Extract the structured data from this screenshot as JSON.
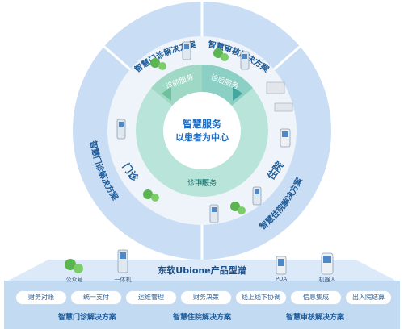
{
  "center": {
    "line1": "智慧服务",
    "line2": "以患者为中心"
  },
  "inner_ring": {
    "pre": "诊前服务",
    "post": "诊后服务",
    "mid": "诊中服务"
  },
  "middle_ring": {
    "left": "门诊",
    "right": "住院"
  },
  "outer_ring": {
    "top_left": "智慧门诊解决方案",
    "top_right": "智慧审核解决方案",
    "left": "智慧门诊解决方案",
    "right": "智慧住院解决方案"
  },
  "platform": {
    "title": "东软Ubione产品型谱",
    "devices": [
      "公众号",
      "一体机",
      "PDA",
      "机器人"
    ],
    "modules": [
      "财务对账",
      "统一支付",
      "运维管理",
      "财务决策",
      "线上线下协调",
      "信息集成",
      "出入院结算"
    ],
    "solutions": [
      "智慧门诊解决方案",
      "智慧住院解决方案",
      "智慧审核解决方案"
    ]
  },
  "colors": {
    "outer_ring": "#c9ddf4",
    "middle_ring": "#eef4f9",
    "inner_ring": "#b9e4da",
    "center": "#ffffff",
    "accent": "#1f6fc4",
    "arrow_green": "#7dc9a8",
    "arrow_teal": "#3fa9a4",
    "platform": "#d0e3f7"
  }
}
